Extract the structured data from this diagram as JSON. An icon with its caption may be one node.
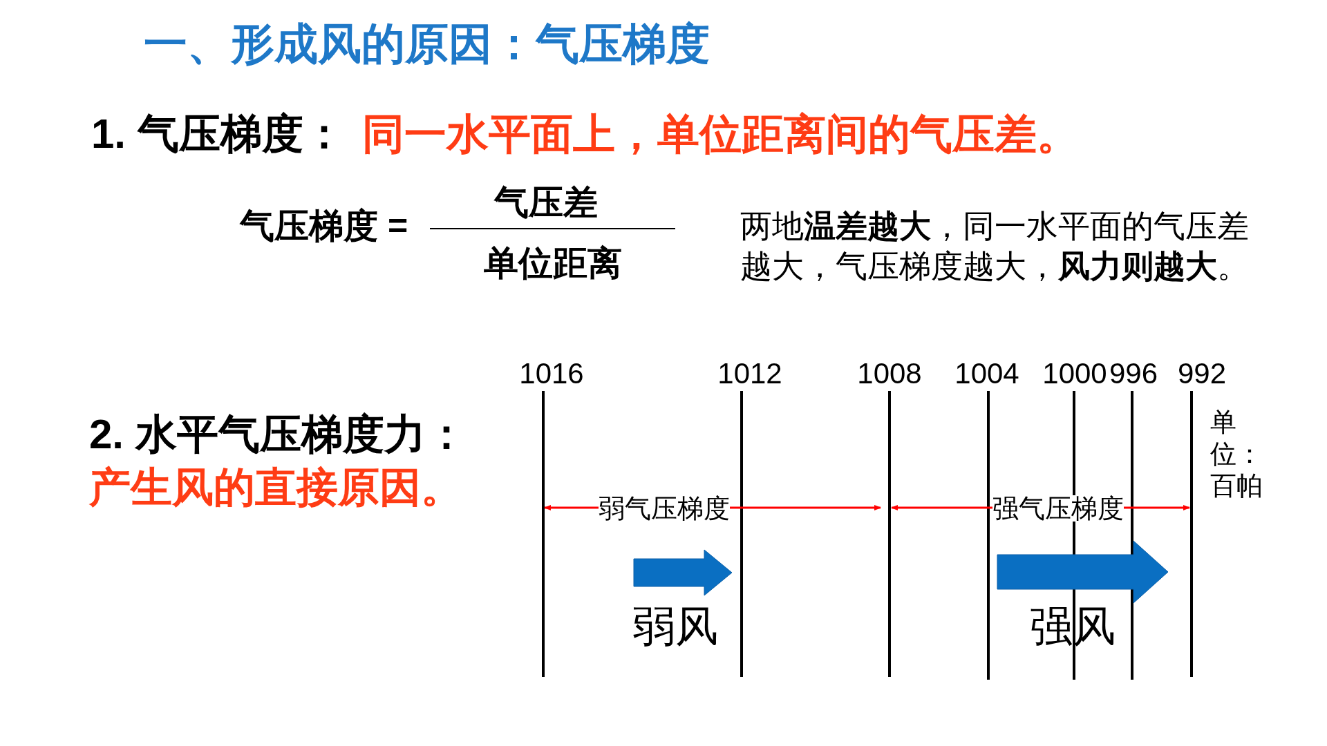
{
  "diagram": {
    "title": "一、形成风的原因：气压梯度",
    "labels": [
      "1. 气压梯度：",
      "同一水平面上，单位距离间的气压差。",
      "气压梯度 =",
      "气压差",
      "单位距离",
      "两地**温差越大**，同一水平面的气压差越大，气压梯度越大，**风力则越大**。",
      "1016",
      "1012",
      "1008",
      "1004",
      "1000",
      "996",
      "992",
      "单位：百帕",
      "2. 水平气压梯度力：",
      "产生风的直接原因。",
      "弱气压梯度",
      "强气压梯度",
      "弱风",
      "强风"
    ]
  }
}
